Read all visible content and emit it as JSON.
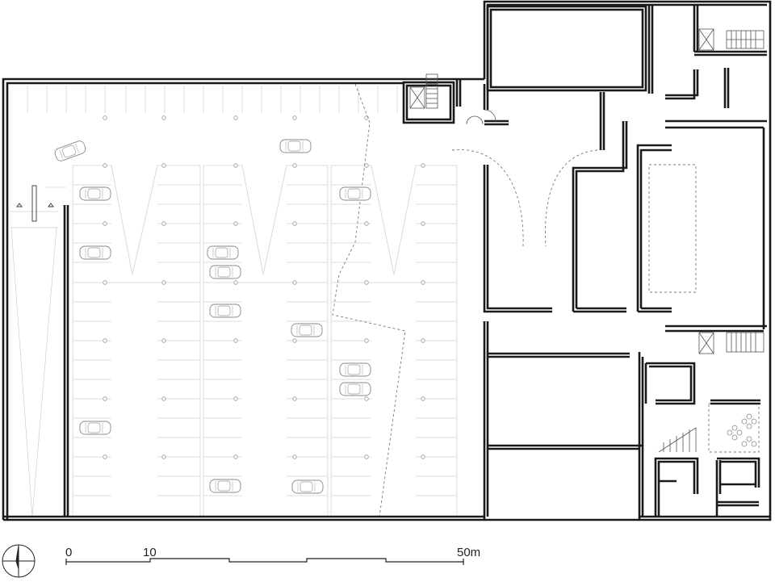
{
  "scale_bar": {
    "labels": [
      "0",
      "10",
      "50m"
    ]
  },
  "icons": {
    "north_arrow": "north-arrow-icon",
    "car": "car-icon",
    "stair": "stair-icon",
    "elevator": "elevator-icon"
  },
  "colors": {
    "wall": "#1a1a1a",
    "light_line": "#c8c8c8",
    "background": "#ffffff"
  }
}
